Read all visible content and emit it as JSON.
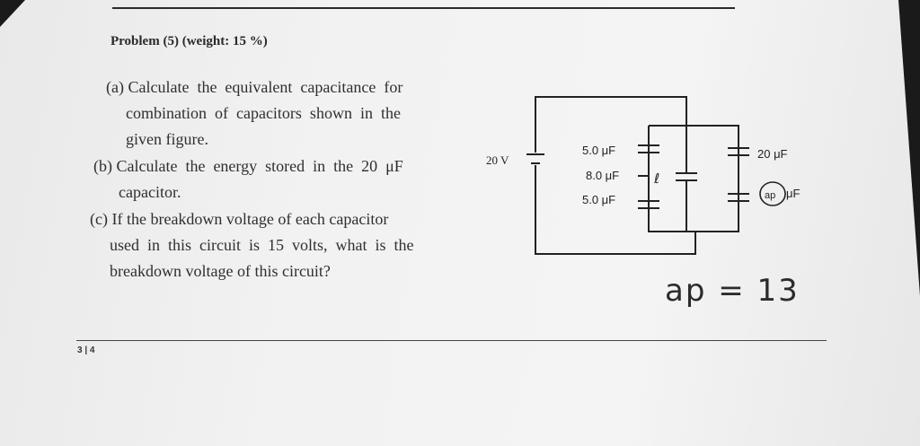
{
  "problem": {
    "title": "Problem (5) (weight: 15 %)",
    "part_a": {
      "line1": "(a) Calculate  the  equivalent  capacitance  for",
      "line2": "combination  of  capacitors  shown  in  the",
      "line3": "given figure."
    },
    "part_b": {
      "line1": "(b) Calculate  the  energy  stored  in  the  20  μF",
      "line2": "capacitor."
    },
    "part_c": {
      "line1": "(c) If the breakdown voltage of each capacitor",
      "line2": "used  in  this  circuit  is  15  volts,  what  is  the",
      "line3": "breakdown voltage of this circuit?"
    }
  },
  "circuit": {
    "battery_label": "20 V",
    "cap_top_left": "5.0 μF",
    "cap_middle": "8.0 μF",
    "cap_bottom_left": "5.0 μF",
    "cap_top_right": "20 μF",
    "cap_bottom_right_circled": "ap",
    "cap_bottom_right_unit": "μF",
    "handwritten_mark": "ℓ"
  },
  "handwritten_answer": "ap = 13",
  "page_number": "3 | 4"
}
